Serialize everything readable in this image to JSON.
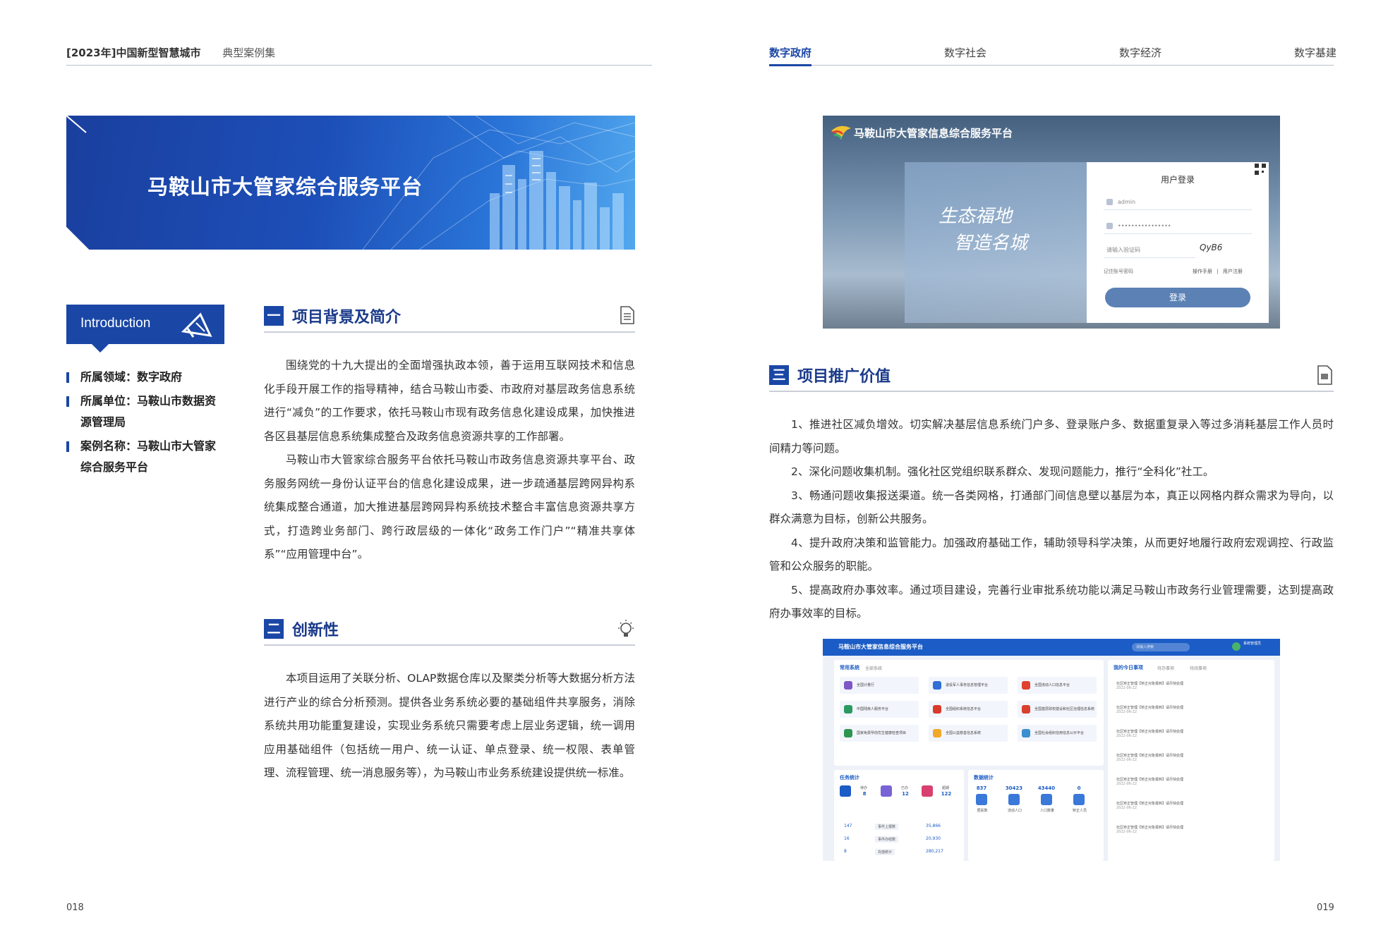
{
  "header": {
    "series": "[2023年]中国新型智慧城市",
    "collection": "典型案例集",
    "nav": [
      {
        "label": "数字政府",
        "active": true
      },
      {
        "label": "数字社会",
        "active": false
      },
      {
        "label": "数字经济",
        "active": false
      },
      {
        "label": "数字基建",
        "active": false
      }
    ]
  },
  "banner": {
    "title": "马鞍山市大管家综合服务平台"
  },
  "intro": {
    "label": "Introduction",
    "items": [
      {
        "line1": "所属领域：数字政府",
        "line2": ""
      },
      {
        "line1": "所属单位：马鞍山市数据资",
        "line2": "源管理局"
      },
      {
        "line1": "案例名称：马鞍山市大管家",
        "line2": "综合服务平台"
      }
    ]
  },
  "sections": {
    "background": {
      "num": "一",
      "title": "项目背景及简介",
      "paragraphs": [
        "围绕党的十九大提出的全面增强执政本领，善于运用互联网技术和信息化手段开展工作的指导精神，结合马鞍山市委、市政府对基层政务信息系统进行“减负”的工作要求，依托马鞍山市现有政务信息化建设成果，加快推进各区县基层信息系统集成整合及政务信息资源共享的工作部署。",
        "马鞍山市大管家综合服务平台依托马鞍山市政务信息资源共享平台、政务服务网统一身份认证平台的信息化建设成果，进一步疏通基层跨网异构系统集成整合通道，加大推进基层跨网异构系统技术整合丰富信息资源共享方式，打造跨业务部门、跨行政层级的一体化“政务工作门户”“精准共享体系”“应用管理中台”。"
      ]
    },
    "innovation": {
      "num": "二",
      "title": "创新性",
      "paragraphs": [
        "本项目运用了关联分析、OLAP数据仓库以及聚类分析等大数据分析方法进行产业的综合分析预测。提供各业务系统必要的基础组件共享服务，消除系统共用功能重复建设，实现业务系统只需要考虑上层业务逻辑，统一调用应用基础组件（包括统一用户、统一认证、单点登录、统一权限、表单管理、流程管理、统一消息服务等），为马鞍山市业务系统建设提供统一标准。"
      ]
    },
    "value": {
      "num": "三",
      "title": "项目推广价值",
      "paragraphs": [
        "1、推进社区减负增效。切实解决基层信息系统门户多、登录账户多、数据重复录入等过多消耗基层工作人员时间精力等问题。",
        "2、深化问题收集机制。强化社区党组织联系群众、发现问题能力，推行“全科化”社工。",
        "3、畅通问题收集报送渠道。统一各类网格，打通部门间信息壁以基层为本，真正以网格内群众需求为导向，以群众满意为目标，创新公共服务。",
        "4、提升政府决策和监管能力。加强政府基础工作，辅助领导科学决策，从而更好地履行政府宏观调控、行政监管和公众服务的职能。",
        "5、提高政府办事效率。通过项目建设，完善行业审批系统功能以满足马鞍山市政务行业管理需要，达到提高政府办事效率的目标。"
      ]
    }
  },
  "login_screenshot": {
    "app_title": "马鞍山市大管家信息综合服务平台",
    "slogan1": "生态福地",
    "slogan2": "智造名城",
    "form_title": "用户登录",
    "username": "admin",
    "password": "••••••••••••••••",
    "captcha_placeholder": "请输入验证码",
    "captcha_code": "QyB6",
    "remember": "记住账号密码",
    "manual": "操作手册",
    "register": "用户注册",
    "login_button": "登录"
  },
  "dashboard_screenshot": {
    "app_title": "马鞍山市大管家信息综合服务平台",
    "search_placeholder": "请输入搜索",
    "user_name": "系统管理员",
    "common_systems_title": "常用系统",
    "all_systems": "全部系统",
    "apps": [
      "全国计量行",
      "退役军人事务信息管理平台",
      "全国流动人口信息平台",
      "中国残疾人服务平台",
      "全国组织系统信息平台",
      "全国基层政权建设和社区治理信息系统",
      "国家免费孕前优生健康检查项目",
      "全国公益慈善信息系统",
      "全国社会组织信用信息公示平台"
    ],
    "todo_title": "我的今日事项",
    "todo_tabs": [
      "待办事项",
      "待阅事项"
    ],
    "news": [
      "社区矫正管理【矫正对象报到】请尽快处理",
      "社区矫正管理【矫正对象报到】请尽快处理",
      "社区矫正管理【矫正对象报到】请尽快处理",
      "社区矫正管理【矫正对象报到】请尽快处理",
      "社区矫正管理【矫正对象报到】请尽快处理",
      "社区矫正管理【矫正对象报到】请尽快处理",
      "社区矫正管理【矫正对象报到】请尽快处理"
    ],
    "news_date": "2022-06-22",
    "task_stats_title": "任务统计",
    "task_stats": [
      {
        "label": "待办",
        "value": "8"
      },
      {
        "label": "已办",
        "value": "12"
      },
      {
        "label": "超期",
        "value": "122"
      }
    ],
    "data_stats_title": "数据统计",
    "data_stats": [
      {
        "value": "837",
        "label": "居民数"
      },
      {
        "value": "30423",
        "label": "流动人口"
      },
      {
        "value": "43440",
        "label": "人口数量"
      },
      {
        "value": "0",
        "label": "矫正人员"
      }
    ],
    "table_rows": [
      {
        "a": "147",
        "label": "事件上报数",
        "b": "35,866"
      },
      {
        "a": "16",
        "label": "事件办结数",
        "b": "20,930"
      },
      {
        "a": "8",
        "label": "充值统计",
        "b": "280,217"
      }
    ]
  },
  "page": {
    "left": "018",
    "right": "019"
  }
}
